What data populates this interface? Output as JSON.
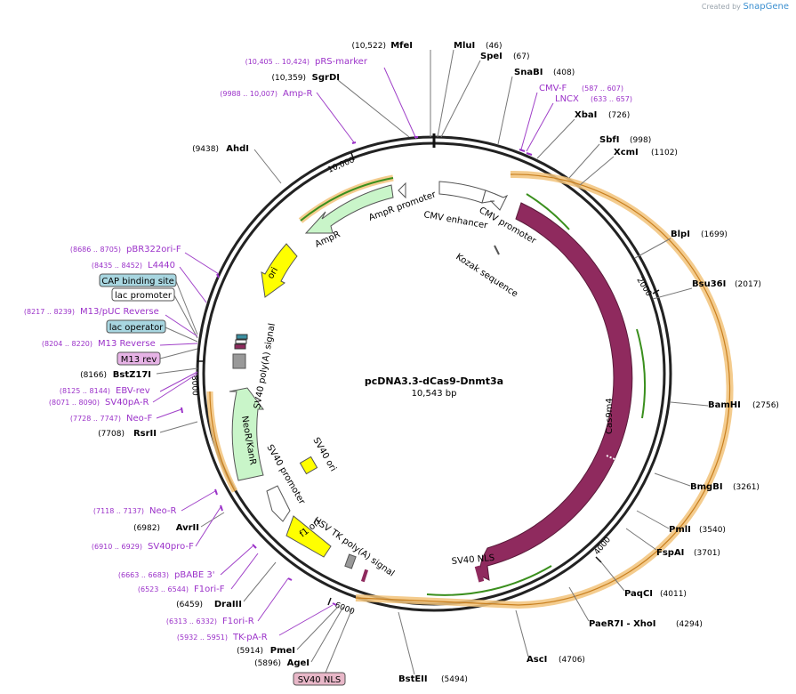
{
  "brand": {
    "prefix": "Created by",
    "name": "SnapGene"
  },
  "plasmid": {
    "name": "pcDNA3.3-dCas9-Dnmt3a",
    "size": "10,543 bp",
    "total_bp": 10543
  },
  "ticks": [
    {
      "label": "2000",
      "bp": 2000
    },
    {
      "label": "4000",
      "bp": 4000
    },
    {
      "label": "6000",
      "bp": 6000
    },
    {
      "label": "8000",
      "bp": 8000
    },
    {
      "label": "10,000",
      "bp": 10000
    }
  ],
  "enzymes": [
    {
      "name": "MfeI",
      "pos": "(10,522)",
      "side": "L",
      "bp": 10522
    },
    {
      "name": "MluI",
      "pos": "(46)",
      "side": "R",
      "bp": 46
    },
    {
      "name": "SpeI",
      "pos": "(67)",
      "side": "R",
      "bp": 67
    },
    {
      "name": "SnaBI",
      "pos": "(408)",
      "side": "R",
      "bp": 408
    },
    {
      "name": "XbaI",
      "pos": "(726)",
      "side": "R",
      "bp": 726
    },
    {
      "name": "SbfI",
      "pos": "(998)",
      "side": "R",
      "bp": 998
    },
    {
      "name": "XcmI",
      "pos": "(1102)",
      "side": "R",
      "bp": 1102
    },
    {
      "name": "BlpI",
      "pos": "(1699)",
      "side": "R",
      "bp": 1699
    },
    {
      "name": "Bsu36I",
      "pos": "(2017)",
      "side": "R",
      "bp": 2017
    },
    {
      "name": "BamHI",
      "pos": "(2756)",
      "side": "R",
      "bp": 2756
    },
    {
      "name": "BmgBI",
      "pos": "(3261)",
      "side": "R",
      "bp": 3261
    },
    {
      "name": "PmlI",
      "pos": "(3540)",
      "side": "R",
      "bp": 3540
    },
    {
      "name": "FspAI",
      "pos": "(3701)",
      "side": "R",
      "bp": 3701
    },
    {
      "name": "PaqCI",
      "pos": "(4011)",
      "side": "R",
      "bp": 4011
    },
    {
      "name": "PaeR7I - XhoI",
      "pos": "(4294)",
      "side": "R",
      "bp": 4294
    },
    {
      "name": "AscI",
      "pos": "(4706)",
      "side": "R",
      "bp": 4706
    },
    {
      "name": "BstEII",
      "pos": "(5494)",
      "side": "L",
      "bp": 5494
    },
    {
      "name": "AgeI",
      "pos": "(5896)",
      "side": "L",
      "bp": 5896
    },
    {
      "name": "PmeI",
      "pos": "(5914)",
      "side": "L",
      "bp": 5914
    },
    {
      "name": "DraIII",
      "pos": "(6459)",
      "side": "L",
      "bp": 6459
    },
    {
      "name": "AvrII",
      "pos": "(6982)",
      "side": "L",
      "bp": 6982
    },
    {
      "name": "RsrII",
      "pos": "(7708)",
      "side": "L",
      "bp": 7708
    },
    {
      "name": "BstZ17I",
      "pos": "(8166)",
      "side": "L",
      "bp": 8166
    },
    {
      "name": "AhdI",
      "pos": "(9438)",
      "side": "L",
      "bp": 9438
    },
    {
      "name": "SgrDI",
      "pos": "(10,359)",
      "side": "L",
      "bp": 10359
    }
  ],
  "primers": [
    {
      "name": "pRS-marker",
      "pos": "(10,405 .. 10,424)",
      "side": "L"
    },
    {
      "name": "Amp-R",
      "pos": "(9988 .. 10,007)",
      "side": "L"
    },
    {
      "name": "CMV-F",
      "pos": "(587 .. 607)",
      "side": "R"
    },
    {
      "name": "LNCX",
      "pos": "(633 .. 657)",
      "side": "R"
    },
    {
      "name": "pBR322ori-F",
      "pos": "(8686 .. 8705)",
      "side": "L"
    },
    {
      "name": "L4440",
      "pos": "(8435 .. 8452)",
      "side": "L"
    },
    {
      "name": "M13/pUC Reverse",
      "pos": "(8217 .. 8239)",
      "side": "L"
    },
    {
      "name": "M13 Reverse",
      "pos": "(8204 .. 8220)",
      "side": "L"
    },
    {
      "name": "EBV-rev",
      "pos": "(8125 .. 8144)",
      "side": "L"
    },
    {
      "name": "SV40pA-R",
      "pos": "(8071 .. 8090)",
      "side": "L"
    },
    {
      "name": "Neo-F",
      "pos": "(7728 .. 7747)",
      "side": "L"
    },
    {
      "name": "Neo-R",
      "pos": "(7118 .. 7137)",
      "side": "L"
    },
    {
      "name": "SV40pro-F",
      "pos": "(6910 .. 6929)",
      "side": "L"
    },
    {
      "name": "pBABE 3'",
      "pos": "(6663 .. 6683)",
      "side": "L"
    },
    {
      "name": "F1ori-F",
      "pos": "(6523 .. 6544)",
      "side": "L"
    },
    {
      "name": "F1ori-R",
      "pos": "(6313 .. 6332)",
      "side": "L"
    },
    {
      "name": "TK-pA-R",
      "pos": "(5932 .. 5951)",
      "side": "L"
    }
  ],
  "boxed_labels": [
    {
      "name": "CAP binding site",
      "fill": "#a8d6e0"
    },
    {
      "name": "lac promoter",
      "fill": "#ffffff"
    },
    {
      "name": "lac operator",
      "fill": "#a8d6e0"
    },
    {
      "name": "M13 rev",
      "fill": "#e7b3e6"
    },
    {
      "name": "SV40 NLS",
      "fill": "#e8b7c8"
    }
  ],
  "features": [
    {
      "name": "AmpR promoter",
      "color": "#ffffff"
    },
    {
      "name": "AmpR",
      "color": "#c9f5c9"
    },
    {
      "name": "CMV enhancer",
      "color": "#ffffff"
    },
    {
      "name": "CMV promoter",
      "color": "#ffffff"
    },
    {
      "name": "Kozak sequence",
      "color": "#666666"
    },
    {
      "name": "ori",
      "color": "#ffff00"
    },
    {
      "name": "SV40 poly(A) signal",
      "color": "#999999"
    },
    {
      "name": "Cas9m4",
      "color": "#8f2a5e"
    },
    {
      "name": "SV40 NLS",
      "color": "#8f2a5e"
    },
    {
      "name": "NeoR/KanR",
      "color": "#c9f5c9"
    },
    {
      "name": "SV40 promoter",
      "color": "#ffffff"
    },
    {
      "name": "SV40 ori",
      "color": "#ffff00"
    },
    {
      "name": "HSV TK poly(A) signal",
      "color": "#999999"
    },
    {
      "name": "f1 ori",
      "color": "#ffff00"
    }
  ],
  "colors": {
    "enzyme_text": "#000000",
    "primer_text": "#9b32c9",
    "orf": "#f2c37a",
    "orf_line": "#3a8f1d",
    "backbone": "#222222"
  }
}
